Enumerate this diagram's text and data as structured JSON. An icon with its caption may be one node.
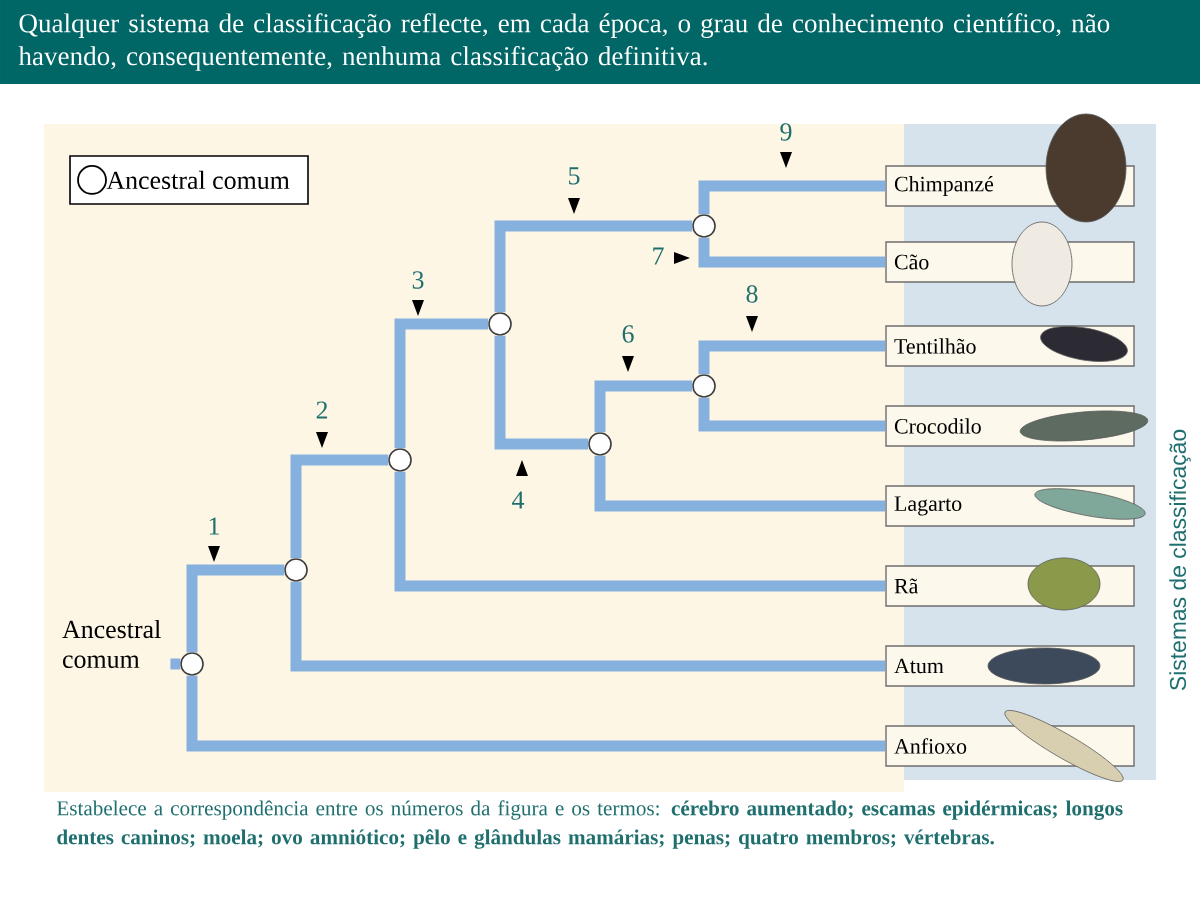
{
  "diagram": {
    "title": "Qualquer sistema de classificação reflecte, em cada época, o grau de conhecimento científico, não havendo, consequentemente, nenhuma classificação definitiva.",
    "caption": "Estabelece a correspondência entre os números da figura e os termos: **cérebro aumentado;  escamas epidérmicas; longos dentes caninos; moela; ovo amniótico; pêlo e glândulas mamárias; penas; quatro membros; vértebras.**",
    "nodes": [
      {
        "text": [
          "Ancestral comum"
        ]
      },
      {
        "text": [],
        "shape": "circle"
      },
      {
        "text": [],
        "shape": "circle"
      },
      {
        "text": [],
        "shape": "circle"
      },
      {
        "text": [],
        "shape": "circle"
      },
      {
        "text": [],
        "shape": "circle"
      },
      {
        "text": [],
        "shape": "circle"
      },
      {
        "text": [],
        "shape": "circle"
      },
      {
        "text": [
          "Chimpanzé"
        ]
      },
      {
        "text": [
          "Cão"
        ]
      },
      {
        "text": [
          "Tentilhão"
        ]
      },
      {
        "text": [
          "Crocodilo"
        ]
      },
      {
        "text": [
          "Lagarto"
        ]
      },
      {
        "text": [
          "Rã"
        ]
      },
      {
        "text": [
          "Atum"
        ]
      },
      {
        "text": [
          "Anfioxo"
        ]
      }
    ],
    "edges": [
      {
        "from": 0,
        "to": 1,
        "arrow": "none"
      },
      {
        "from": 1,
        "to": 2,
        "arrow": "none"
      },
      {
        "from": 1,
        "to": 15,
        "arrow": "none"
      },
      {
        "from": 2,
        "to": 3,
        "arrow": "none"
      },
      {
        "from": 2,
        "to": 14,
        "arrow": "none"
      },
      {
        "from": 3,
        "to": 4,
        "arrow": "none"
      },
      {
        "from": 3,
        "to": 13,
        "arrow": "none"
      },
      {
        "from": 4,
        "to": 6,
        "arrow": "none"
      },
      {
        "from": 4,
        "to": 5,
        "arrow": "none"
      },
      {
        "from": 6,
        "to": 8,
        "arrow": "none"
      },
      {
        "from": 6,
        "to": 9,
        "arrow": "none"
      },
      {
        "from": 5,
        "to": 7,
        "arrow": "none"
      },
      {
        "from": 5,
        "to": 12,
        "arrow": "none"
      },
      {
        "from": 7,
        "to": 10,
        "arrow": "none"
      },
      {
        "from": 7,
        "to": 11,
        "arrow": "none"
      }
    ],
    "labels": [
      "9",
      "5",
      "7",
      "3",
      "8",
      "6",
      "2",
      "4",
      "1",
      "Sistemas de classificação"
    ],
    "legend": [
      {
        "text": "Ancestral comum"
      }
    ]
  }
}
